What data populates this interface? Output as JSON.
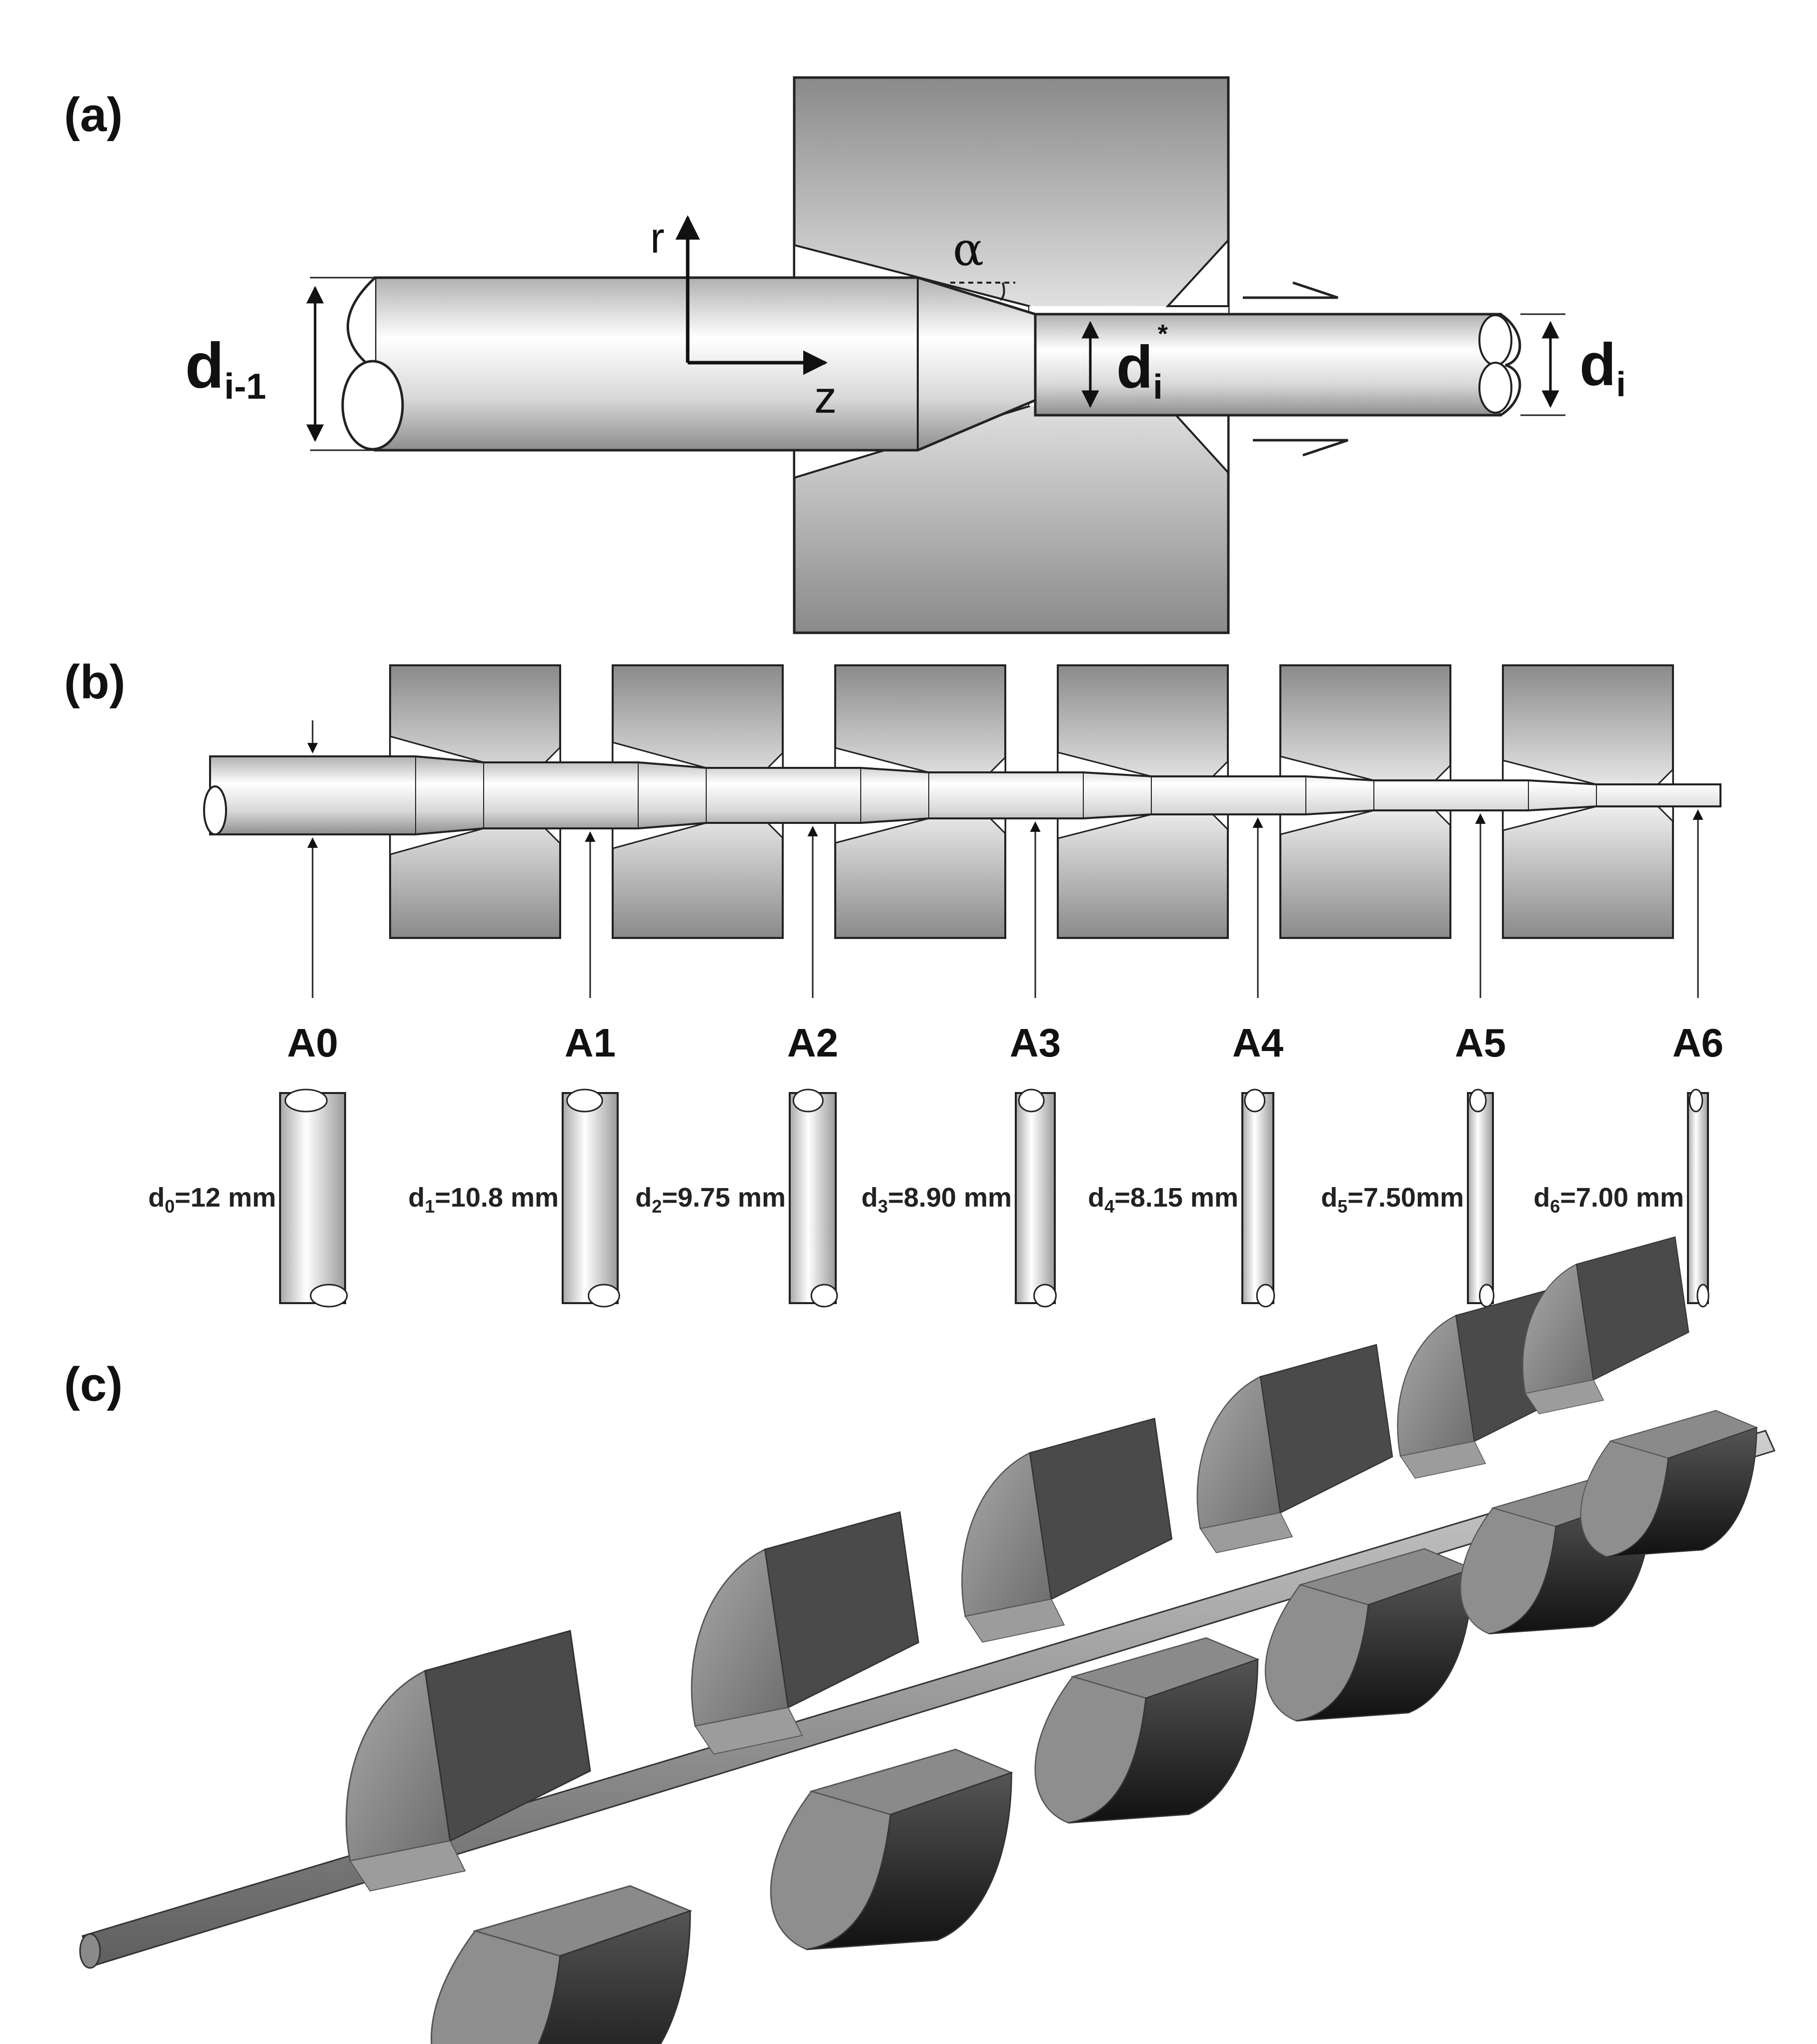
{
  "panels": {
    "a": "(a)",
    "b": "(b)",
    "c": "(c)"
  },
  "panel_a": {
    "incoming_diameter": "d",
    "incoming_sub": "i-1",
    "throat_diameter": "d",
    "throat_sub": "i",
    "throat_sup": "*",
    "outgoing_diameter": "d",
    "outgoing_sub": "i",
    "axis_r": "r",
    "axis_z": "z",
    "angle": "α"
  },
  "panel_b": {
    "stages": [
      {
        "label": "A0",
        "dim": "d",
        "sub": "0",
        "value": "=12 mm"
      },
      {
        "label": "A1",
        "dim": "d",
        "sub": "1",
        "value": "=10.8 mm"
      },
      {
        "label": "A2",
        "dim": "d",
        "sub": "2",
        "value": "=9.75 mm"
      },
      {
        "label": "A3",
        "dim": "d",
        "sub": "3",
        "value": "=8.90 mm"
      },
      {
        "label": "A4",
        "dim": "d",
        "sub": "4",
        "value": "=8.15 mm"
      },
      {
        "label": "A5",
        "dim": "d",
        "sub": "5",
        "value": "=7.50mm"
      },
      {
        "label": "A6",
        "dim": "d",
        "sub": "6",
        "value": "=7.00 mm"
      }
    ]
  },
  "colors": {
    "die_light": "#f4f4f4",
    "die_dark": "#8a8a8a",
    "wire_light": "#ffffff",
    "wire_dark": "#9c9c9c",
    "roll_top": "#4a4a4a",
    "roll_side": "#8e8e8e",
    "outline": "#222222"
  }
}
